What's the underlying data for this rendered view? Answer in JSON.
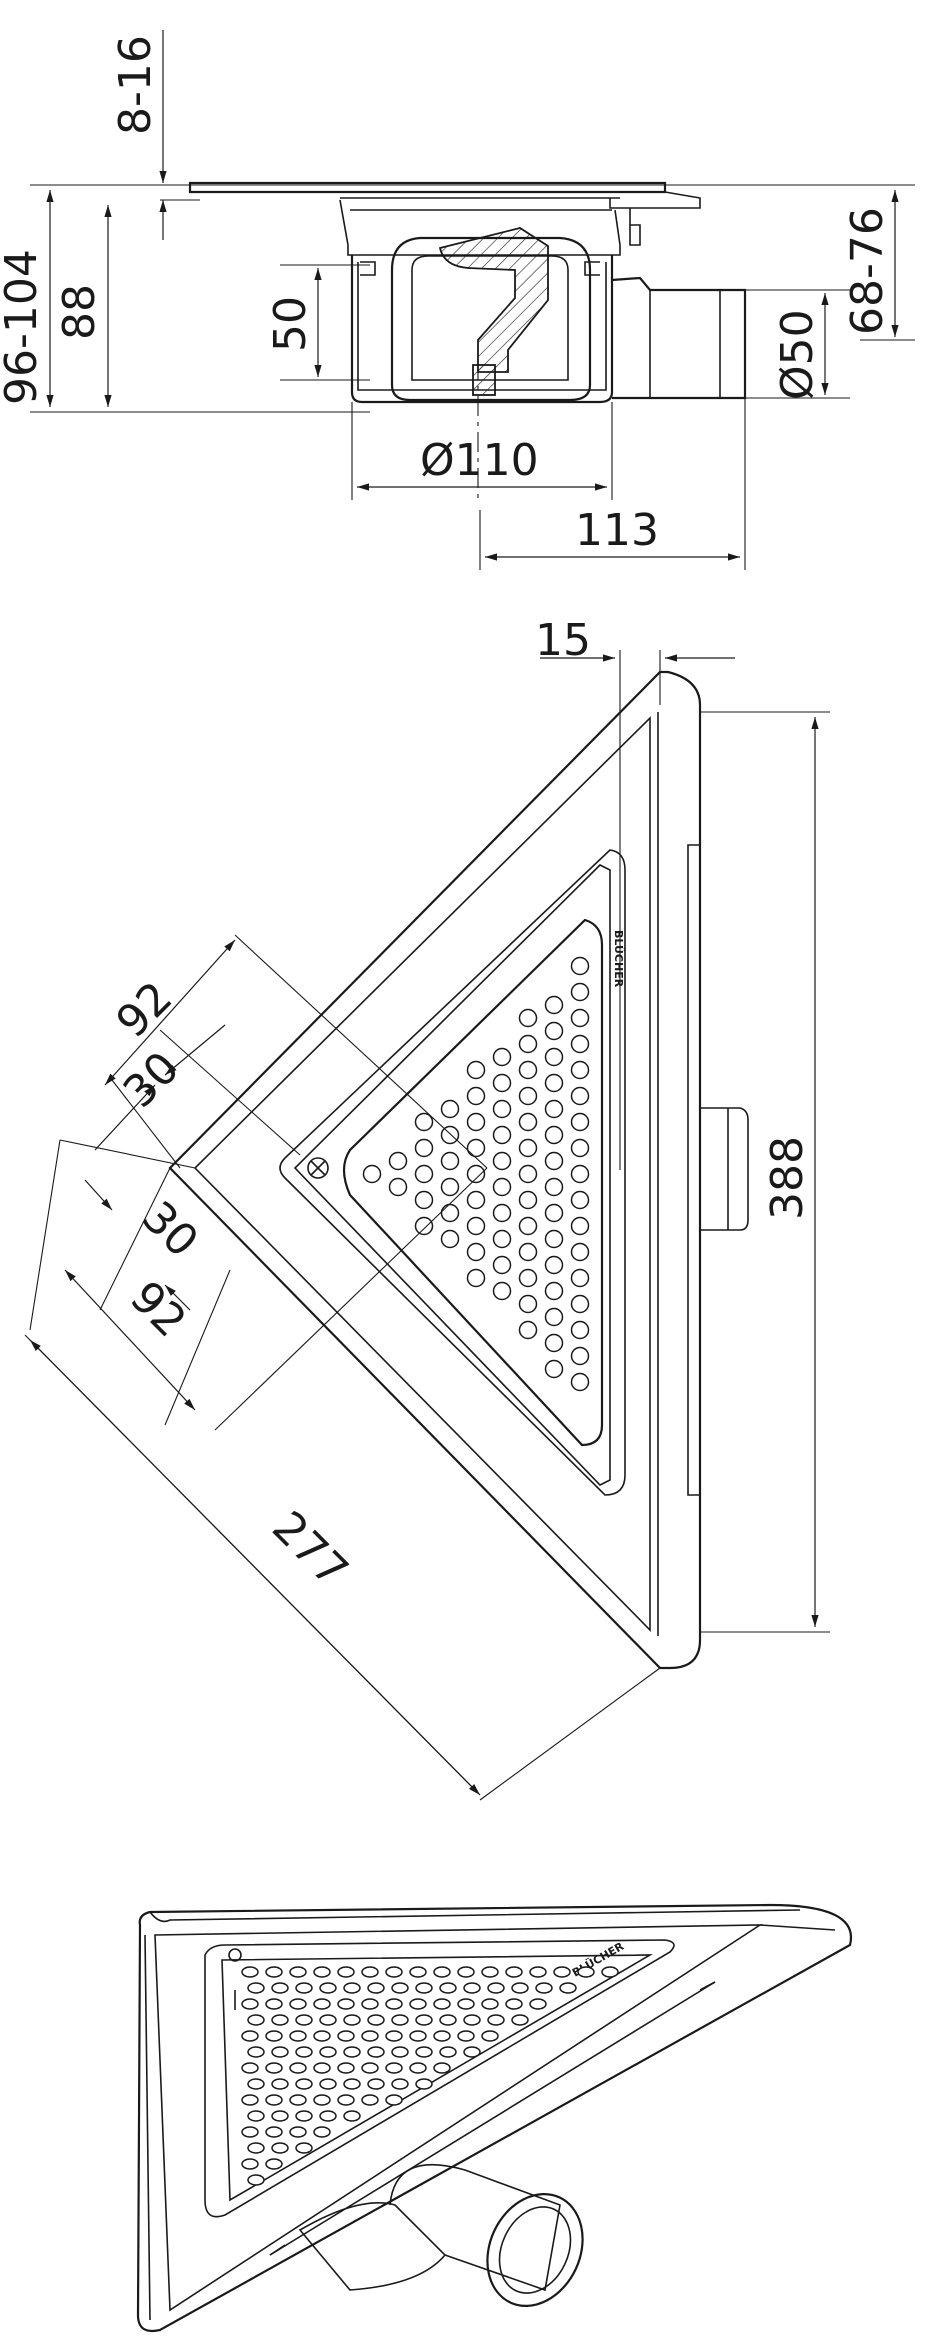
{
  "top_view": {
    "dims": {
      "grate_height": "8-16",
      "total_height": "96-104",
      "body_height": "88",
      "seal_height": "50",
      "pipe_diameter": "Ø50",
      "outlet_height": "68-76",
      "body_diameter": "Ø110",
      "outlet_length": "113"
    }
  },
  "plan_view": {
    "brand": "BLÜCHER",
    "dims": {
      "rim_width": "15",
      "side_length": "388",
      "diagonal_length": "277",
      "offset_92_upper": "92",
      "offset_30_upper": "30",
      "offset_30_lower": "30",
      "offset_92_lower": "92"
    }
  },
  "iso_view": {
    "brand": "BLÜCHER"
  }
}
